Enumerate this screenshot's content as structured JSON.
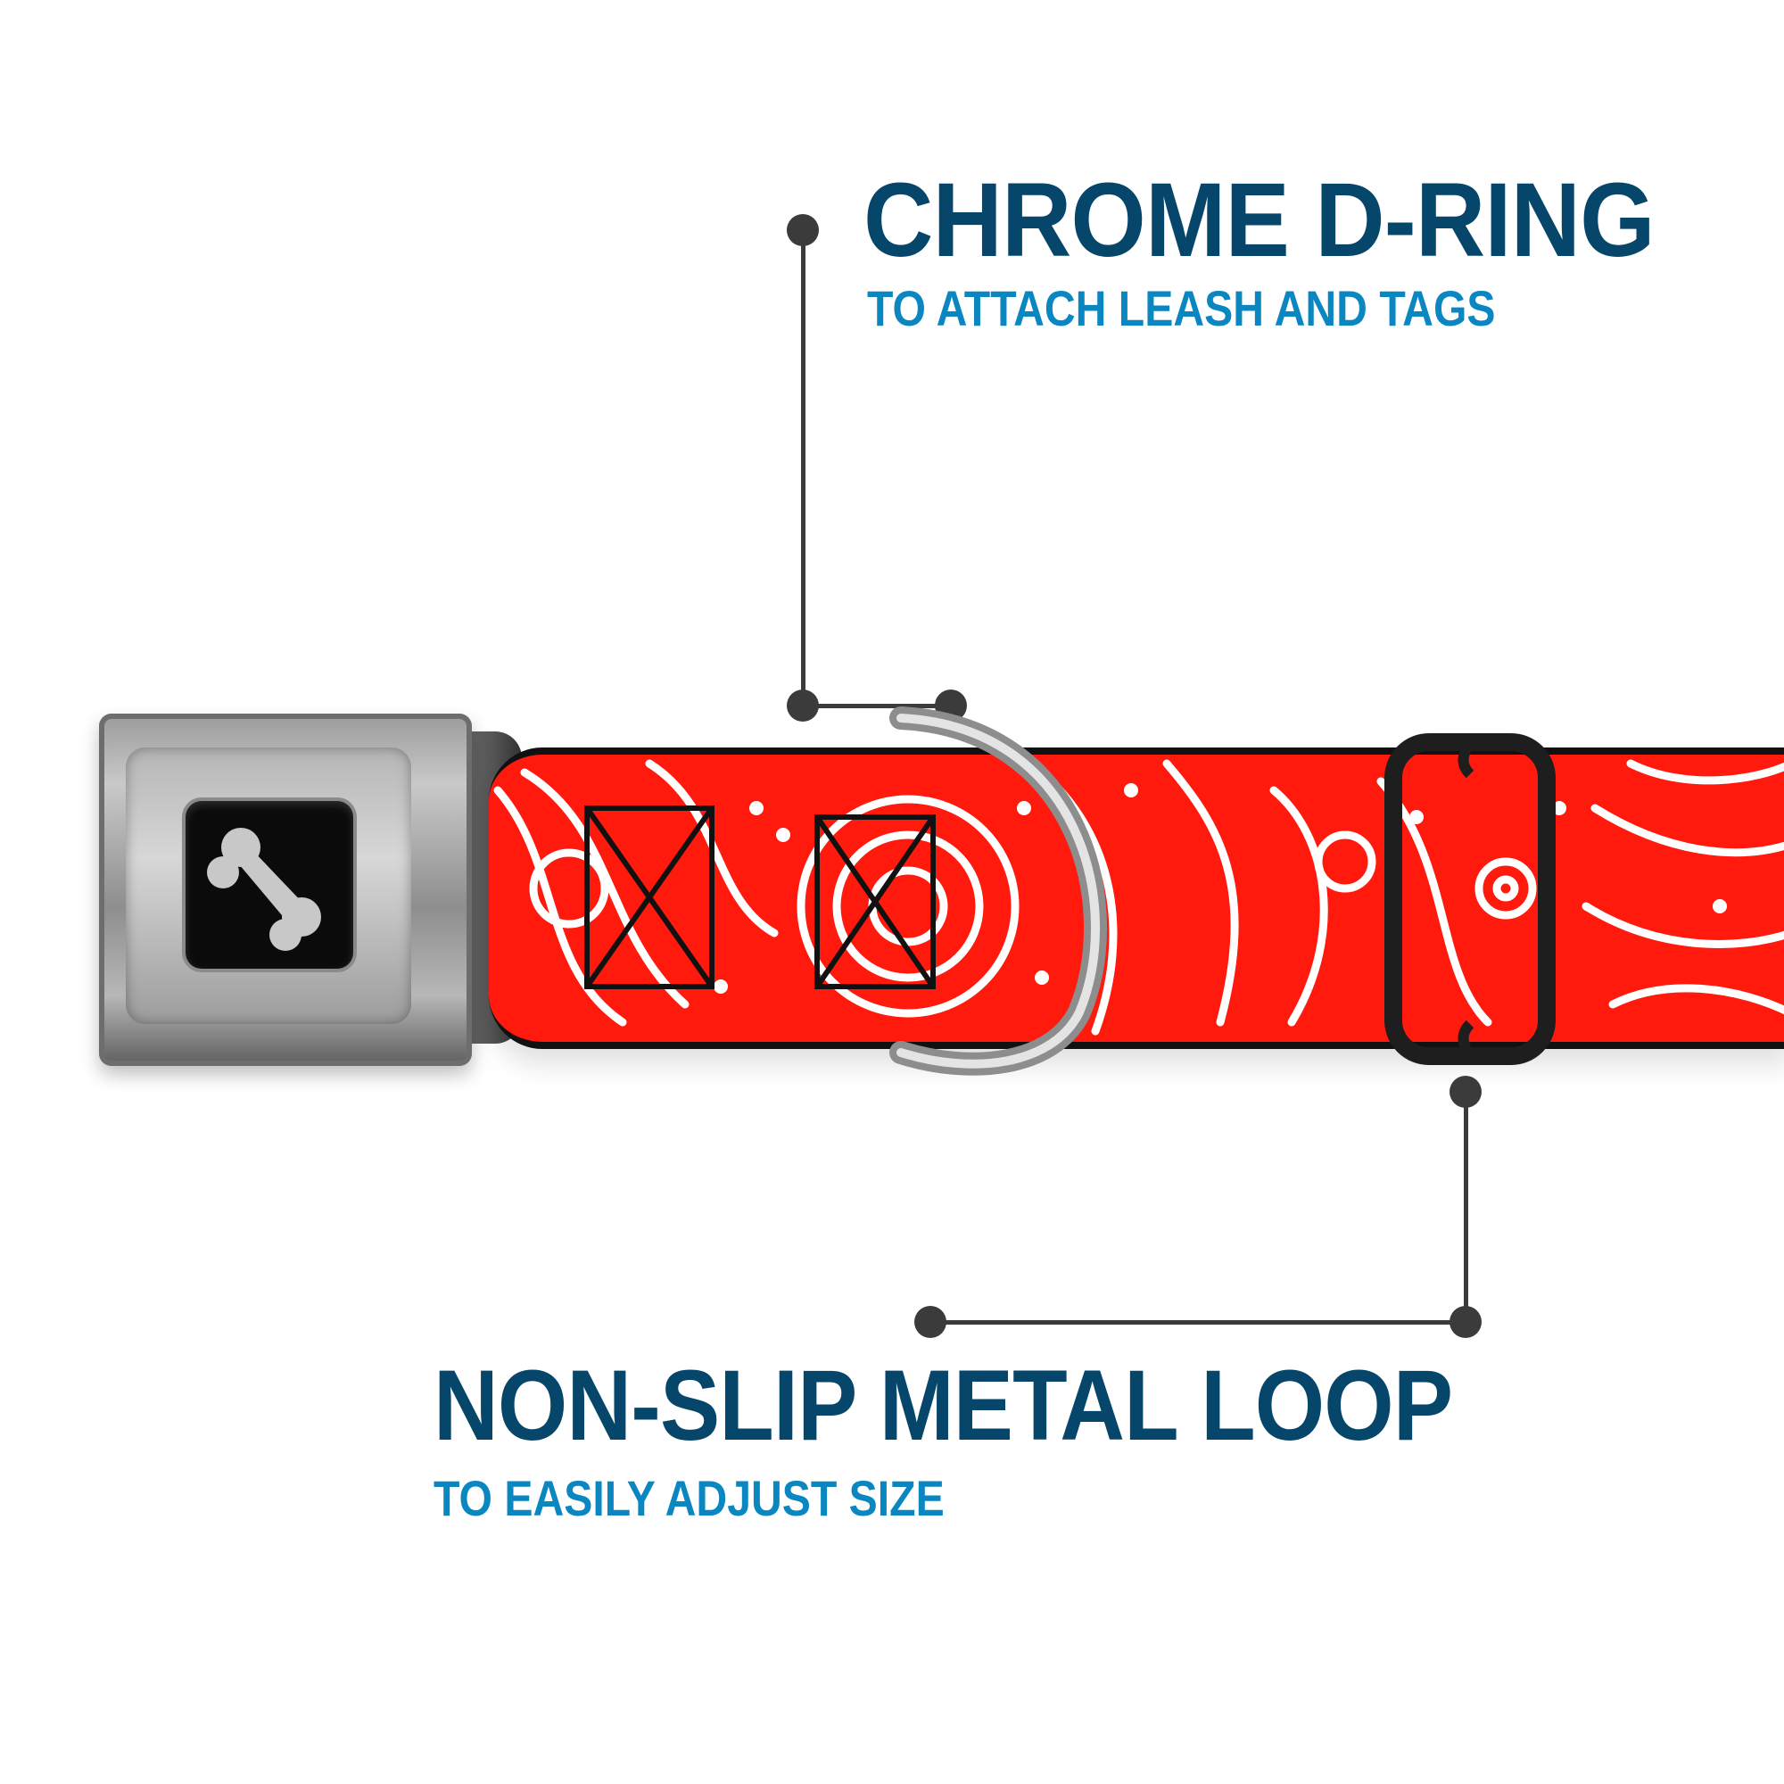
{
  "callouts": [
    {
      "id": "d-ring",
      "title": "CHROME D-RING",
      "subtitle": "TO ATTACH LEASH AND TAGS"
    },
    {
      "id": "metal-loop",
      "title": "NON-SLIP METAL LOOP",
      "subtitle": "TO EASILY ADJUST SIZE"
    }
  ],
  "product": {
    "strap_pattern": "red bandana paisley",
    "buckle_logo": "bone-icon"
  },
  "colors": {
    "title": "#06466b",
    "subtitle": "#0a86c0",
    "leader_line": "#3b3b3b",
    "strap_red": "#ff1a0d",
    "pattern_white": "#ffffff"
  }
}
